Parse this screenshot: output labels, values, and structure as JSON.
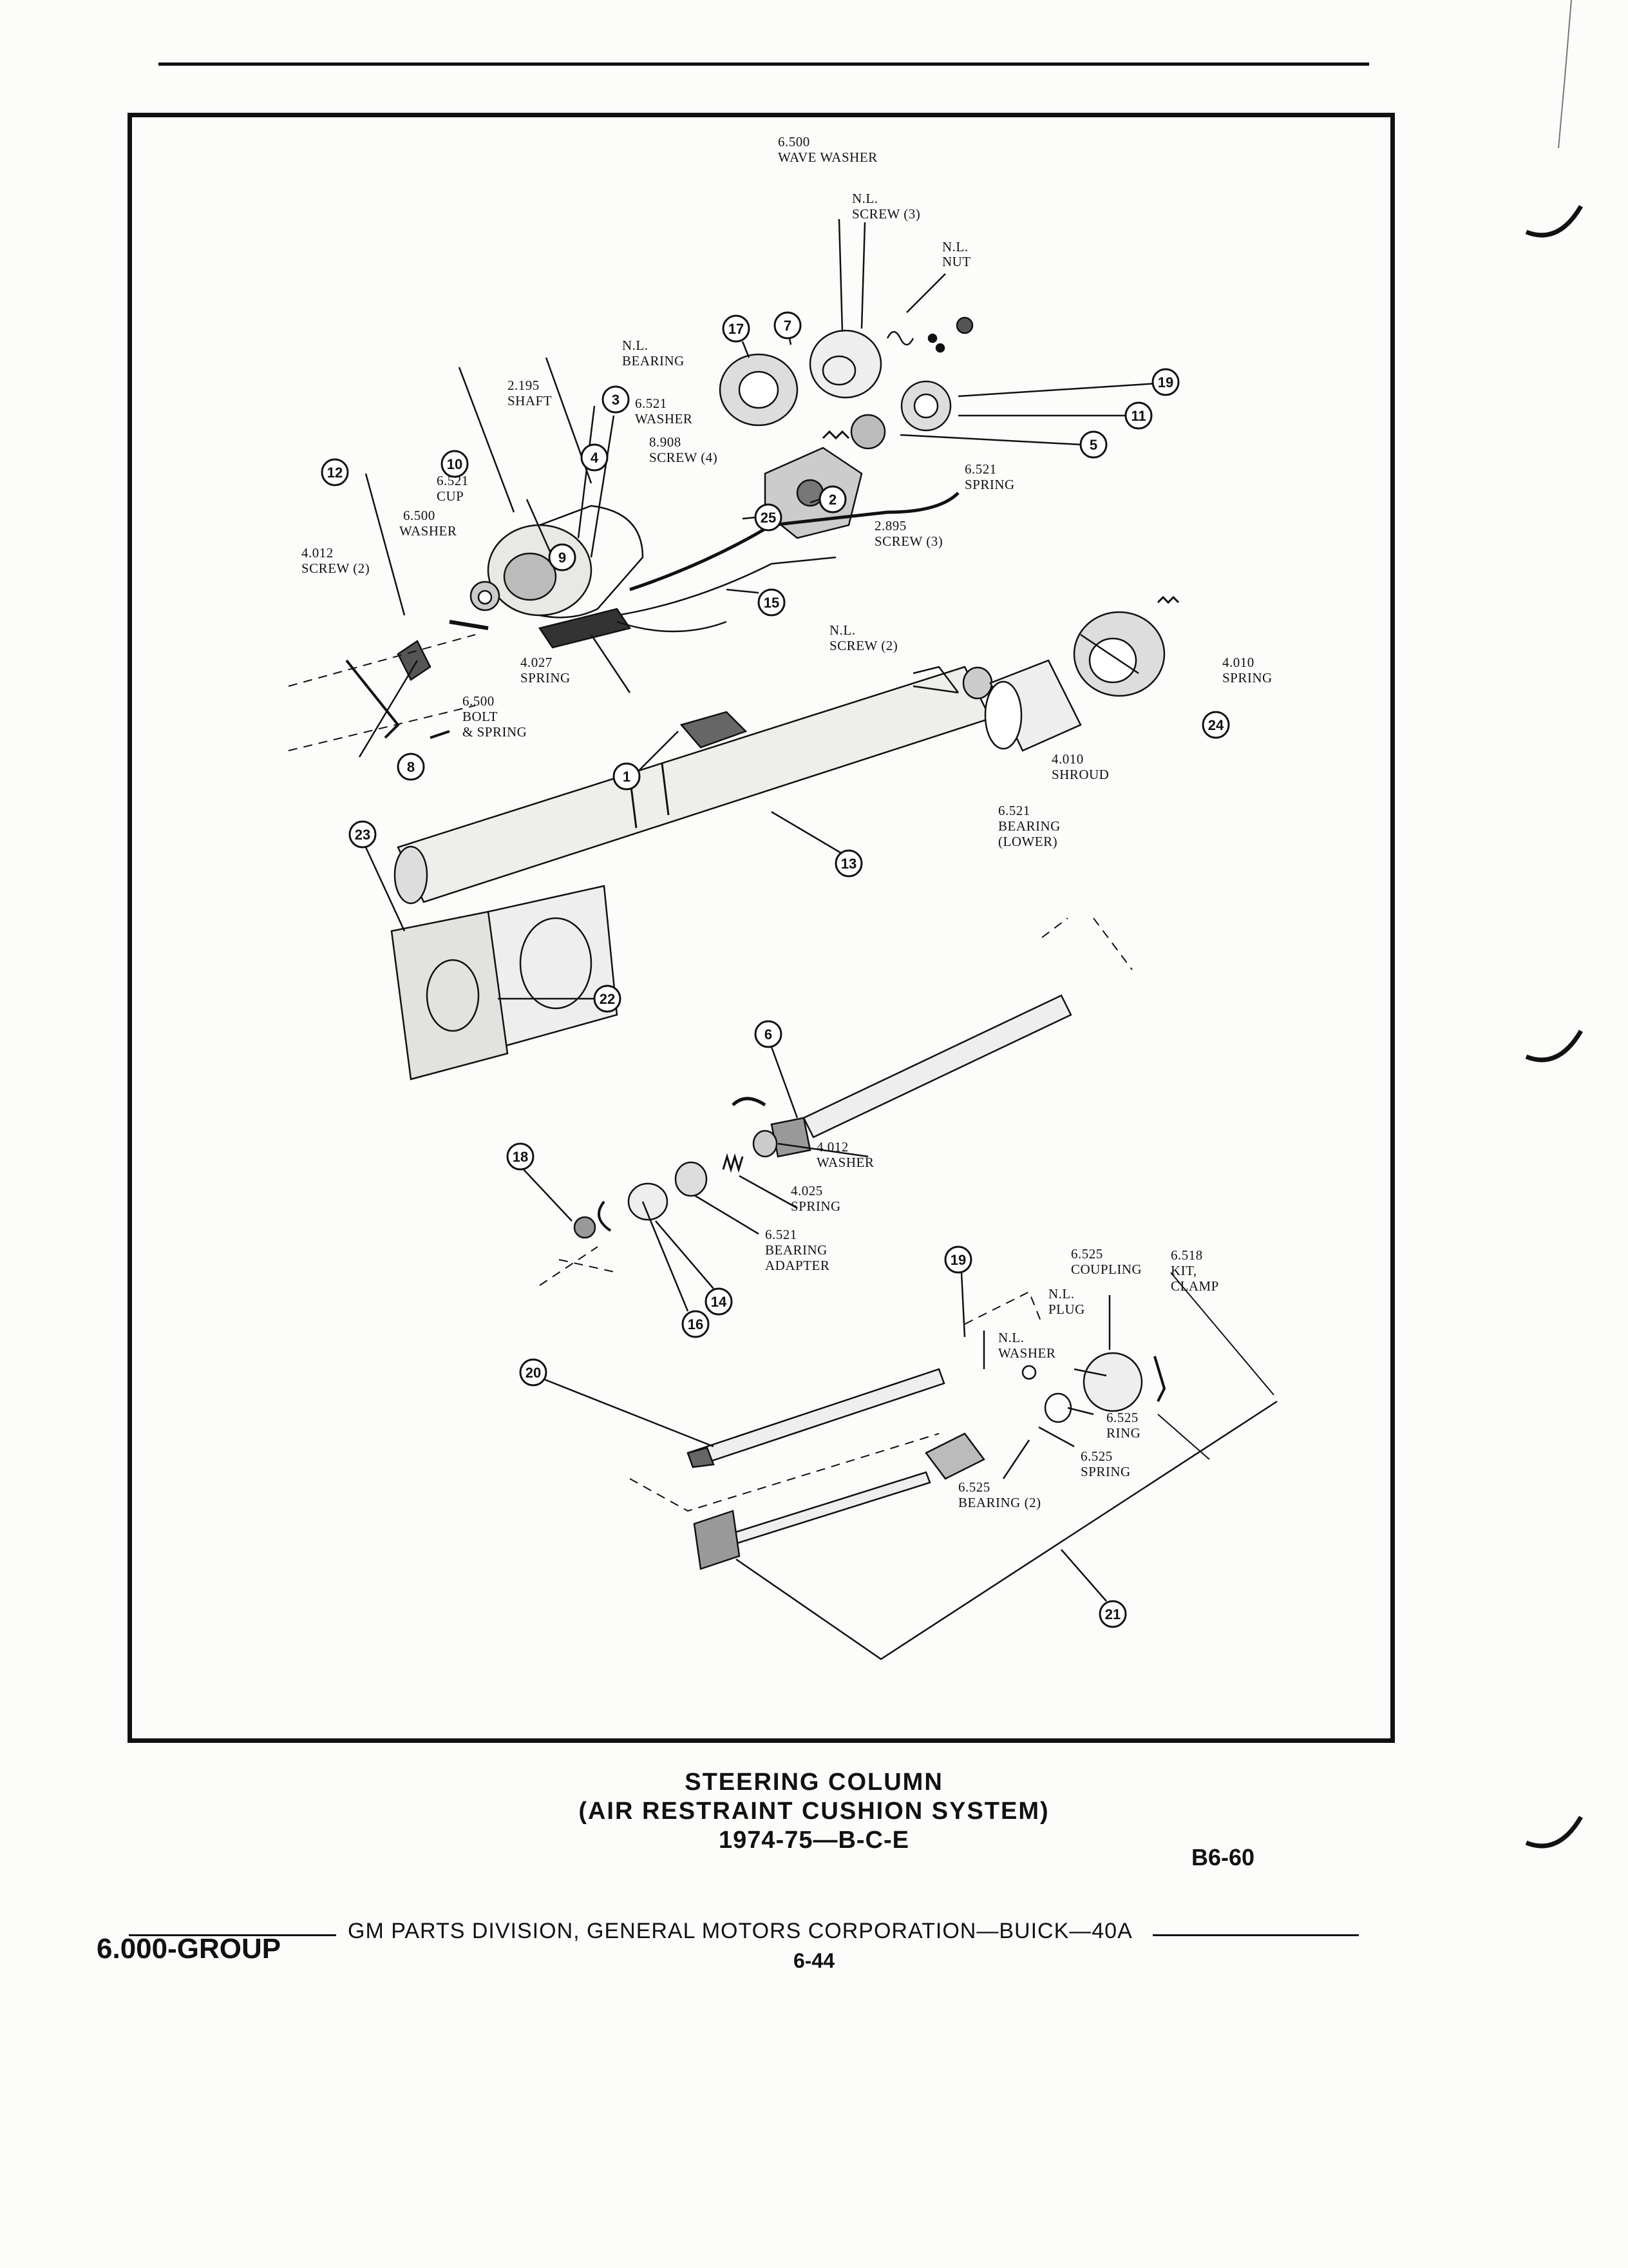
{
  "callouts": {
    "c1": "1",
    "c2": "2",
    "c3": "3",
    "c4": "4",
    "c5": "5",
    "c6": "6",
    "c8": "8",
    "c9": "9",
    "c10": "10",
    "c11": "11",
    "c12": "12",
    "c13": "13",
    "c14": "14",
    "c15": "15",
    "c16": "16",
    "c17": "17",
    "c7": "7",
    "c18": "18",
    "c19a": "19",
    "c19b": "19",
    "c20": "20",
    "c21": "21",
    "c22": "22",
    "c23": "23",
    "c24": "24",
    "c25": "25"
  },
  "labels": {
    "wave_washer_1": "6.500",
    "wave_washer_2": "WAVE WASHER",
    "nl_screw3_1": "N.L.",
    "nl_screw3_2": "SCREW (3)",
    "nl_nut_1": "N.L.",
    "nl_nut_2": "NUT",
    "nl_bearing_1": "N.L.",
    "nl_bearing_2": "BEARING",
    "shaft_1": "2.195",
    "shaft_2": "SHAFT",
    "washer6521_1": "6.521",
    "washer6521_2": "WASHER",
    "screw8908_1": "8.908",
    "screw8908_2": "SCREW (4)",
    "cup_1": "6.521",
    "cup_2": "CUP",
    "washer6500_1": "6.500",
    "washer6500_2": "WASHER",
    "screw4012_1": "4.012",
    "screw4012_2": "SCREW (2)",
    "spring6521_1": "6.521",
    "spring6521_2": "SPRING",
    "screw2895_1": "2.895",
    "screw2895_2": "SCREW (3)",
    "spring4027_1": "4.027",
    "spring4027_2": "SPRING",
    "bolt_1": "6.500",
    "bolt_2": "BOLT",
    "bolt_3": "& SPRING",
    "nl_screw2_1": "N.L.",
    "nl_screw2_2": "SCREW (2)",
    "spring4010_1": "4.010",
    "spring4010_2": "SPRING",
    "shroud_1": "4.010",
    "shroud_2": "SHROUD",
    "bearing_lower_1": "6.521",
    "bearing_lower_2": "BEARING",
    "bearing_lower_3": "(LOWER)",
    "washer4012_1": "4.012",
    "washer4012_2": "WASHER",
    "spring4025_1": "4.025",
    "spring4025_2": "SPRING",
    "adapter_1": "6.521",
    "adapter_2": "BEARING",
    "adapter_3": "ADAPTER",
    "coupling_1": "6.525",
    "coupling_2": "COUPLING",
    "clamp_1": "6.518",
    "clamp_2": "KIT,",
    "clamp_3": "CLAMP",
    "nl_plug_1": "N.L.",
    "nl_plug_2": "PLUG",
    "nl_washer_1": "N.L.",
    "nl_washer_2": "WASHER",
    "ring_1": "6.525",
    "ring_2": "RING",
    "spring6525_1": "6.525",
    "spring6525_2": "SPRING",
    "bearing2_1": "6.525",
    "bearing2_2": "BEARING (2)"
  },
  "caption": {
    "line1": "STEERING COLUMN",
    "line2": "(AIR RESTRAINT CUSHION SYSTEM)",
    "line3": "1974-75—B-C-E"
  },
  "page_code": "B6-60",
  "footer": {
    "group": "6.000-GROUP",
    "division": "GM PARTS DIVISION, GENERAL MOTORS CORPORATION—BUICK—40A",
    "page": "6-44"
  }
}
